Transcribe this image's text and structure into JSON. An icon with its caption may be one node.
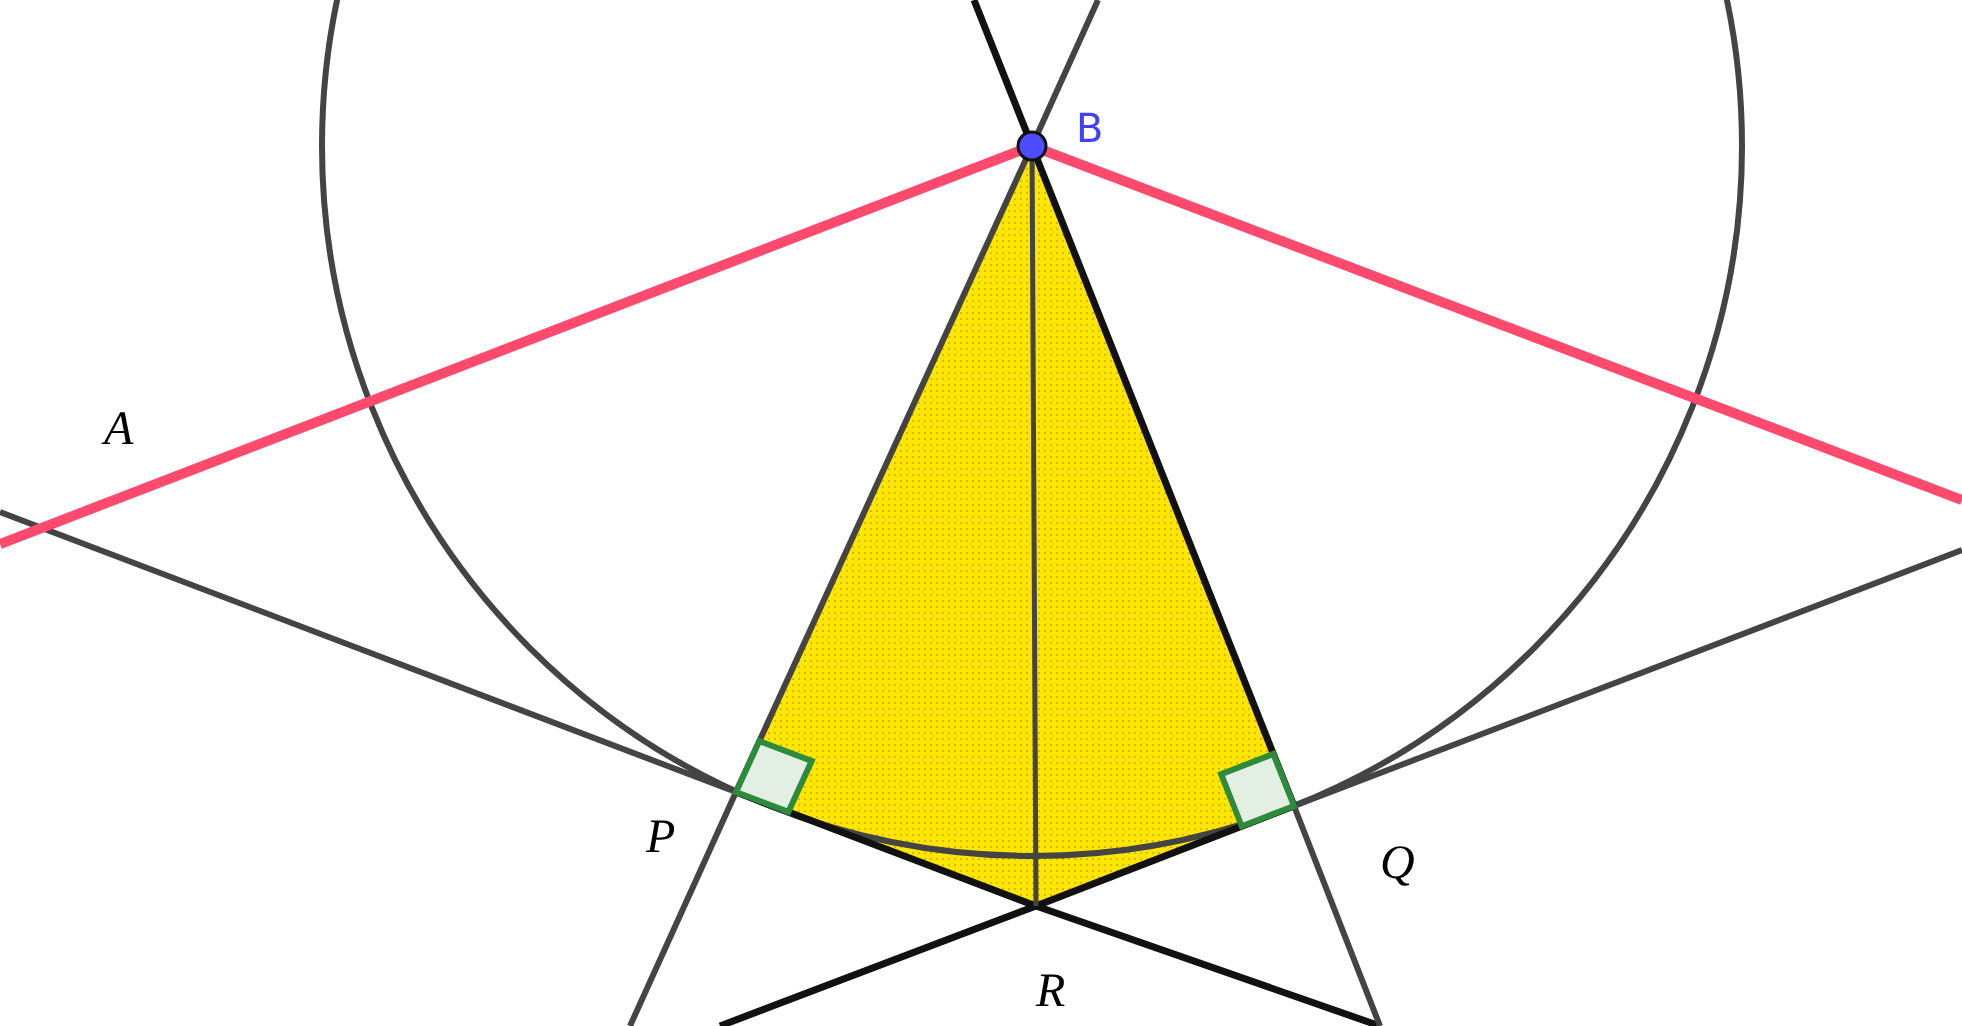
{
  "diagram": {
    "labels": [
      "B",
      "A",
      "P",
      "Q",
      "R"
    ]
  }
}
